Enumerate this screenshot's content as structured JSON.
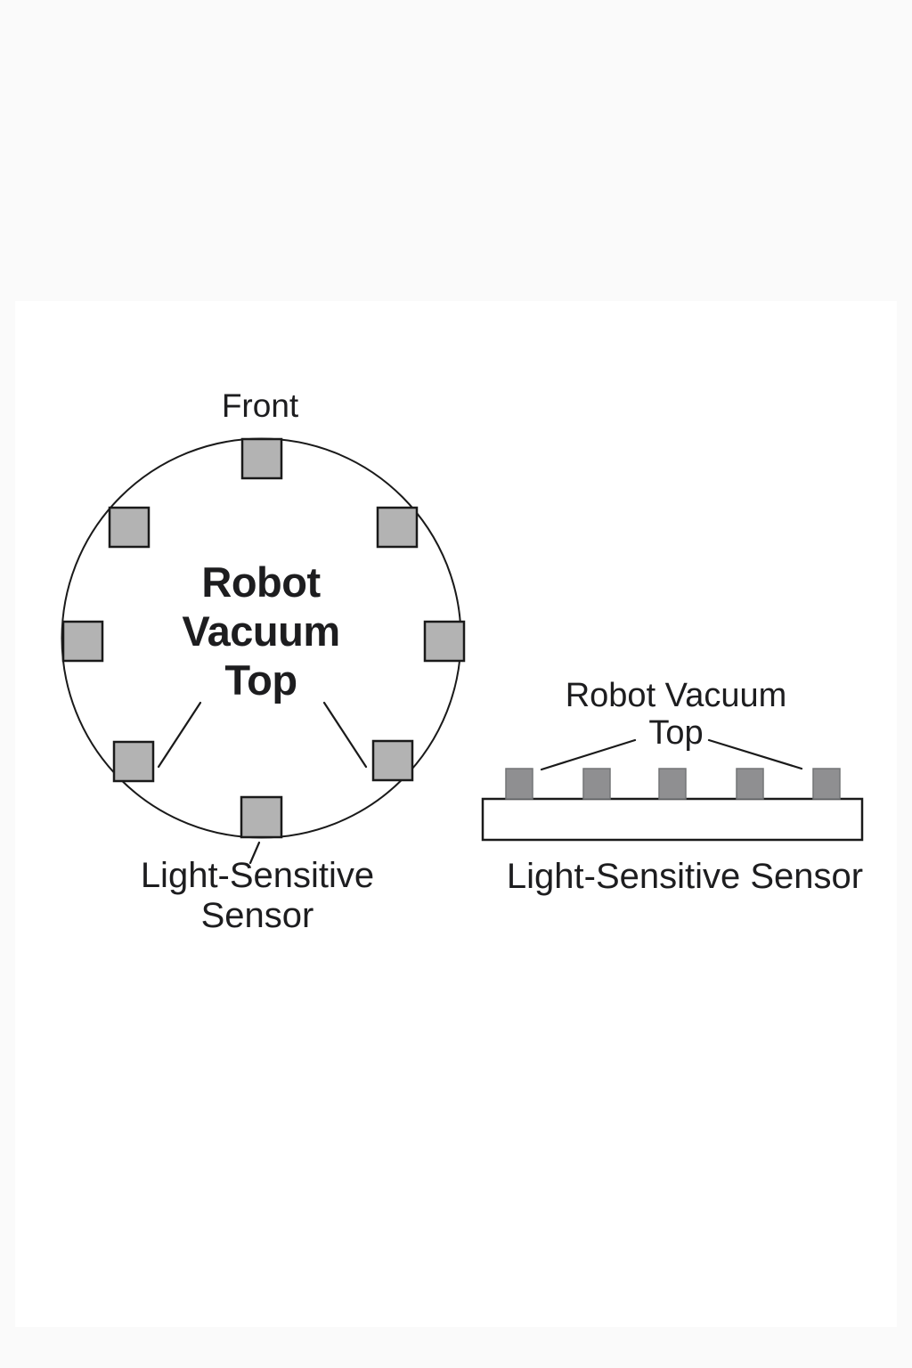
{
  "top_view": {
    "front_label": "Front",
    "title_lines": [
      "Robot",
      "Vacuum",
      "Top"
    ],
    "sensor_label_lines": [
      "Light-Sensitive",
      "Sensor"
    ],
    "sensor_count": 8
  },
  "side_view": {
    "title_lines": [
      "Robot Vacuum",
      "Top"
    ],
    "sensor_label": "Light-Sensitive Sensor",
    "sensor_count": 5
  },
  "colors": {
    "page_background": "#fafafa",
    "canvas_background": "#ffffff",
    "outline": "#1a1a1a",
    "text": "#1d1d1f",
    "top_view_sensor_fill": "#b3b3b3",
    "side_view_sensor_fill": "#8f8f91",
    "side_view_sensor_border": "#737577"
  }
}
